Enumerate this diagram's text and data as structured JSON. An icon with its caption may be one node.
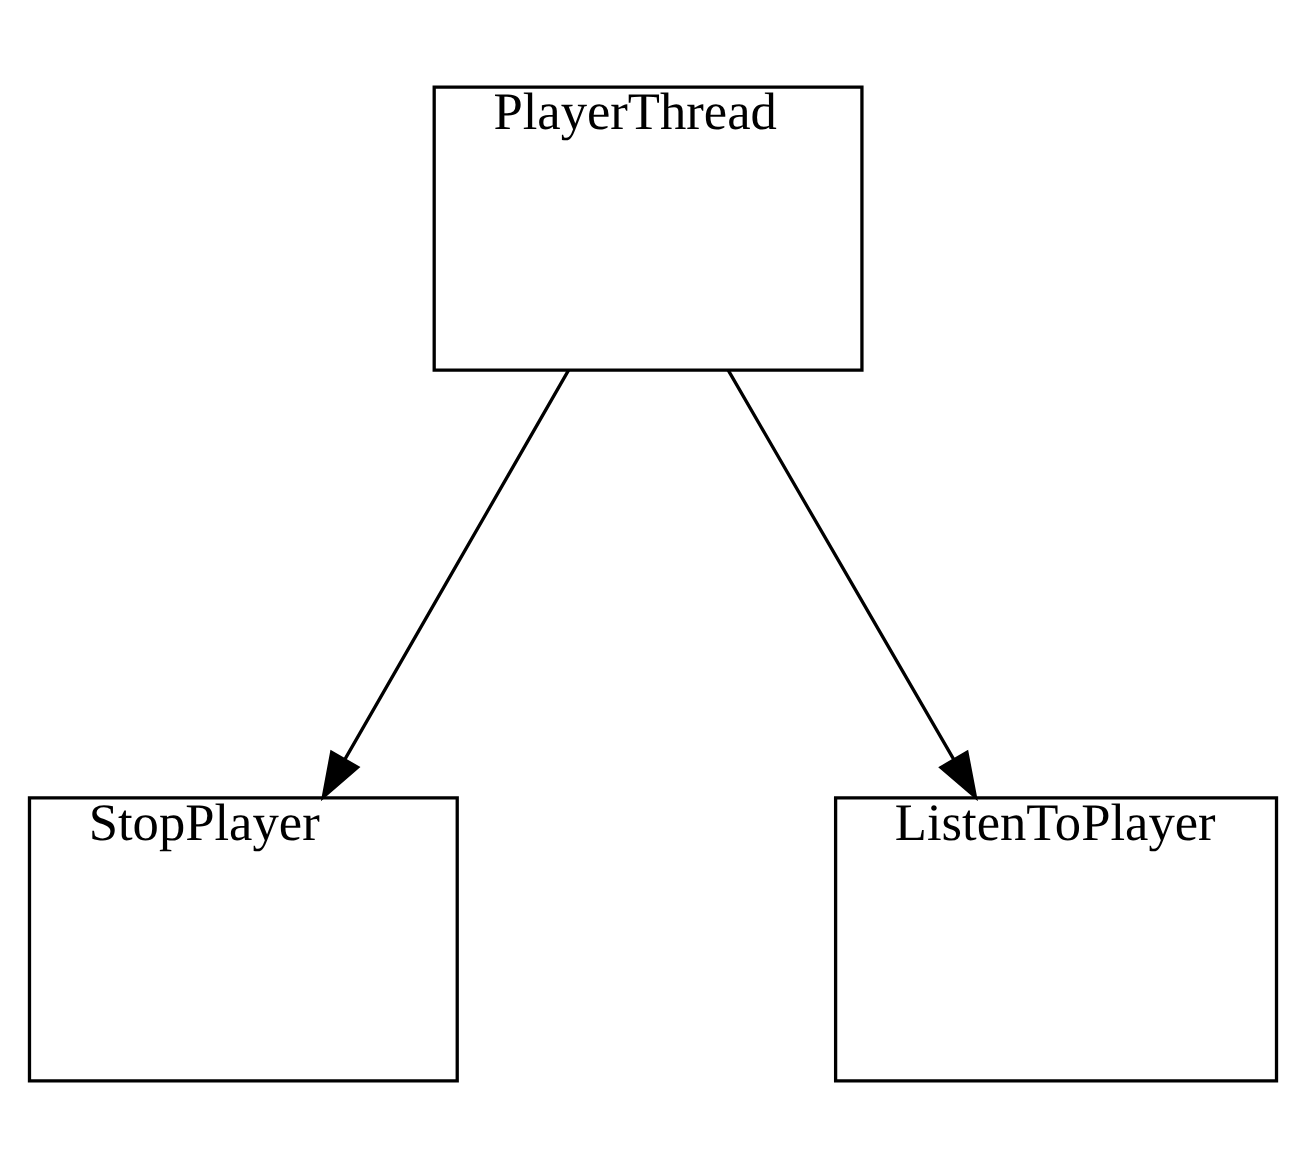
{
  "diagram": {
    "nodes": [
      {
        "text": [
          "PlayerThread"
        ]
      },
      {
        "text": [
          "StopPlayer"
        ]
      },
      {
        "text": [
          "ListenToPlayer"
        ]
      }
    ],
    "edges": [
      {
        "from": 0,
        "to": 1,
        "arrow": "to"
      },
      {
        "from": 0,
        "to": 2,
        "arrow": "to"
      }
    ]
  }
}
